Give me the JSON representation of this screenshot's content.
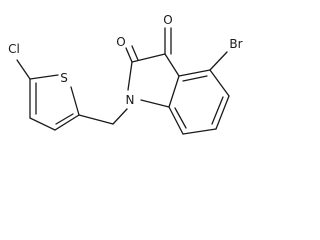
{
  "molecule": {
    "atoms": {
      "chlorine": "Cl",
      "sulfur": "S",
      "nitrogen": "N",
      "bromine": "Br",
      "oxygen_2": "O",
      "oxygen_3": "O"
    }
  }
}
